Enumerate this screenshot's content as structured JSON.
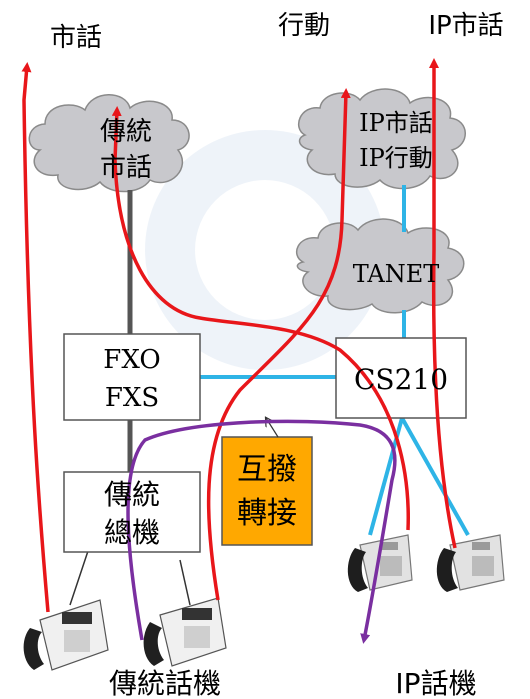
{
  "labels": {
    "landline_top": "市話",
    "mobile_top": "行動",
    "ip_landline_top": "IP市話",
    "traditional_phone": "傳統話機",
    "ip_phone": "IP話機"
  },
  "clouds": {
    "pstn": [
      "傳統",
      "市話"
    ],
    "ip_net": [
      "IP市話",
      "IP行動"
    ],
    "tanet": "TANET"
  },
  "boxes": {
    "fxo_fxs": [
      "FXO",
      "FXS"
    ],
    "cs210": "CS210",
    "pbx": [
      "傳統",
      "總機"
    ],
    "transfer": [
      "互撥",
      "轉接"
    ]
  },
  "colors": {
    "cloud_fill": "#c8c8cc",
    "link_blue": "#2eb4e6",
    "trunk_gray": "#555555",
    "call_red": "#e8161a",
    "call_purple": "#7a2fa0",
    "transfer_bg": "#ffa800"
  }
}
